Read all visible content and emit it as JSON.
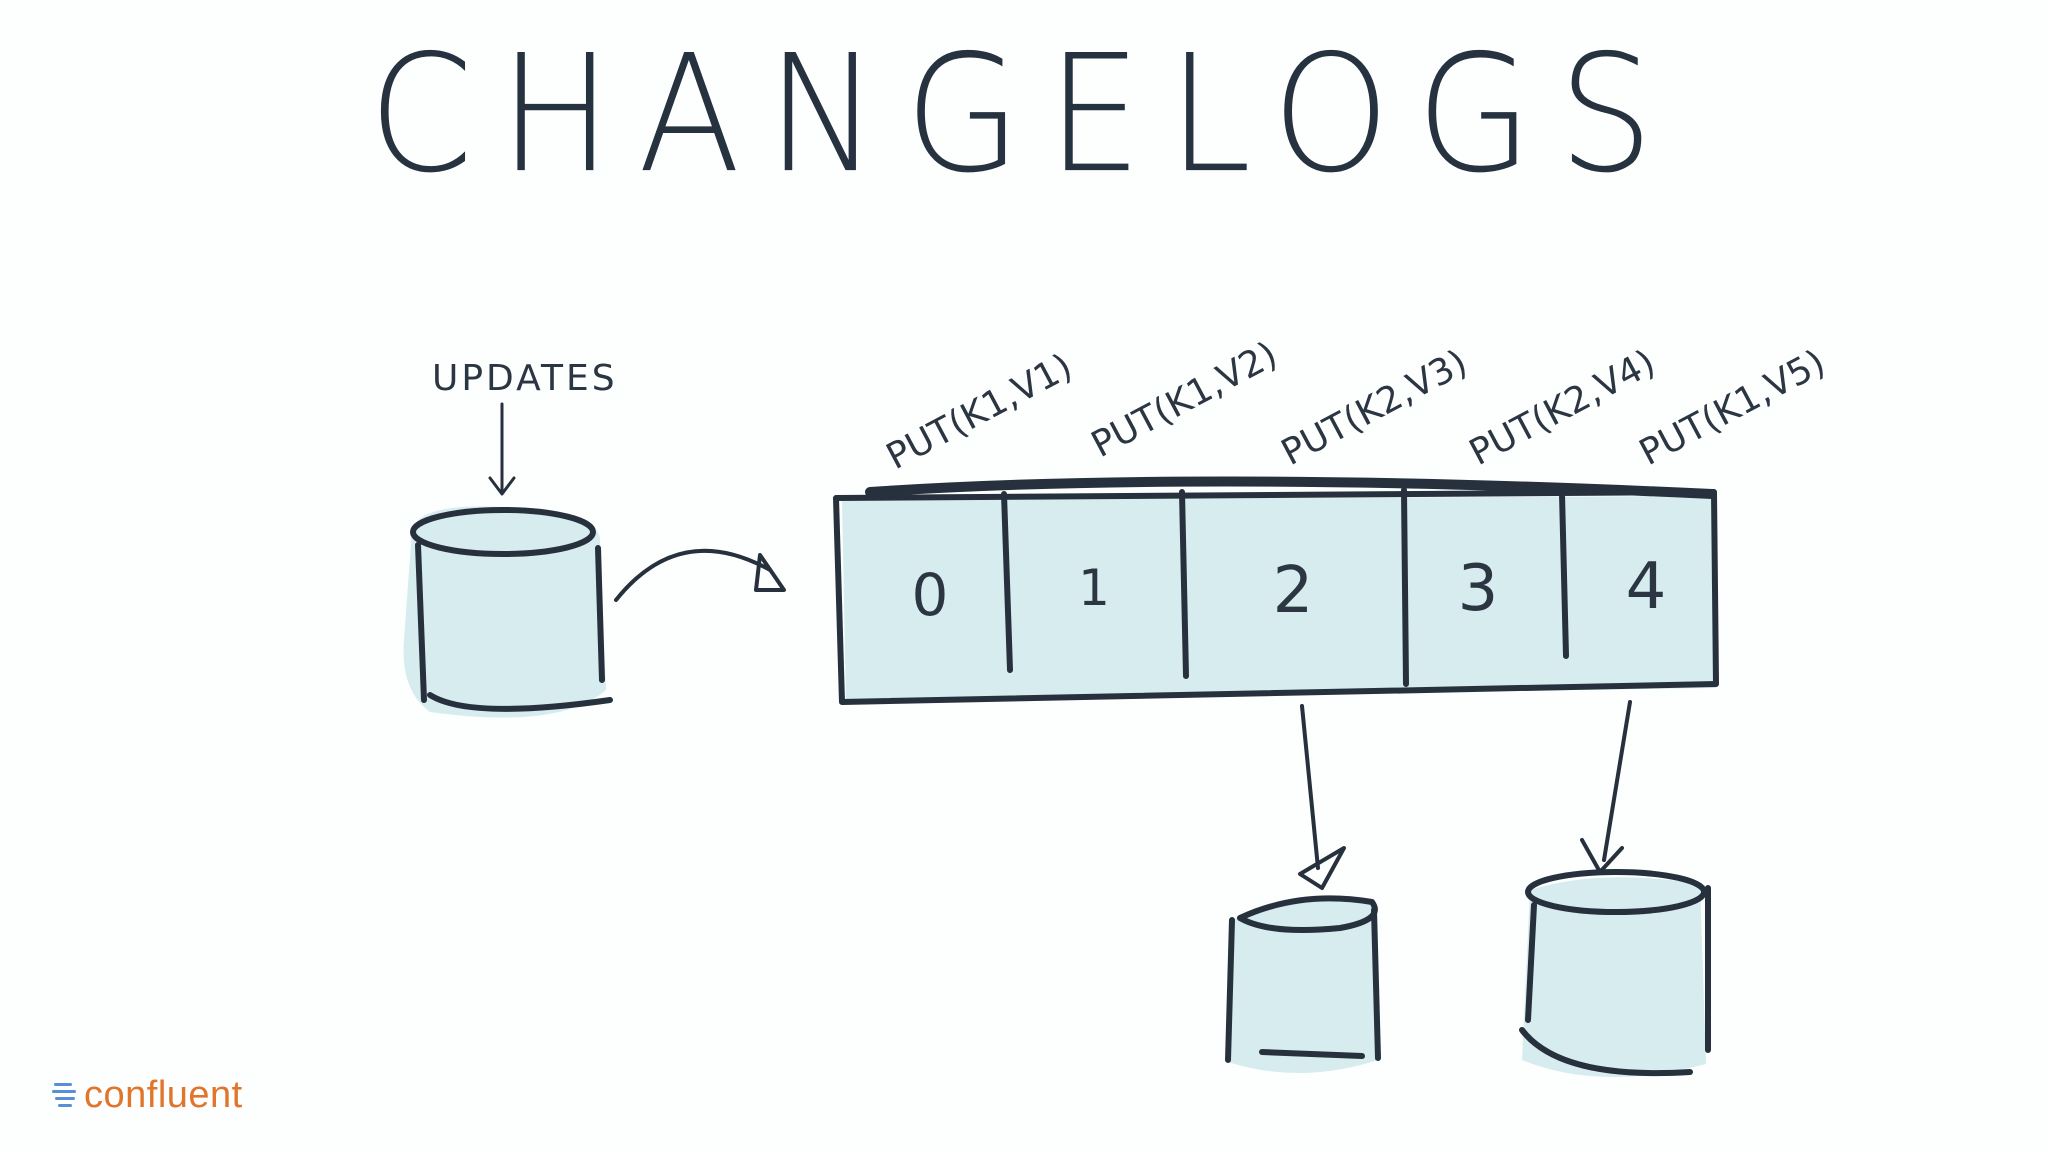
{
  "title": "CHANGELOGS",
  "updates_label": "UPDATES",
  "log": {
    "offsets": [
      "0",
      "1",
      "2",
      "3",
      "4"
    ],
    "operations": [
      "PUT(K1,V1)",
      "PUT(K1,V2)",
      "PUT(K2,V3)",
      "PUT(K2,V4)",
      "PUT(K1,V5)"
    ]
  },
  "logo": {
    "text": "confluent",
    "mark_icon": "confluent-logo-icon",
    "color": "#e0752b",
    "mark_color": "#5a8fd8"
  },
  "colors": {
    "ink": "#26313d",
    "wash": "#cfe9ec"
  }
}
